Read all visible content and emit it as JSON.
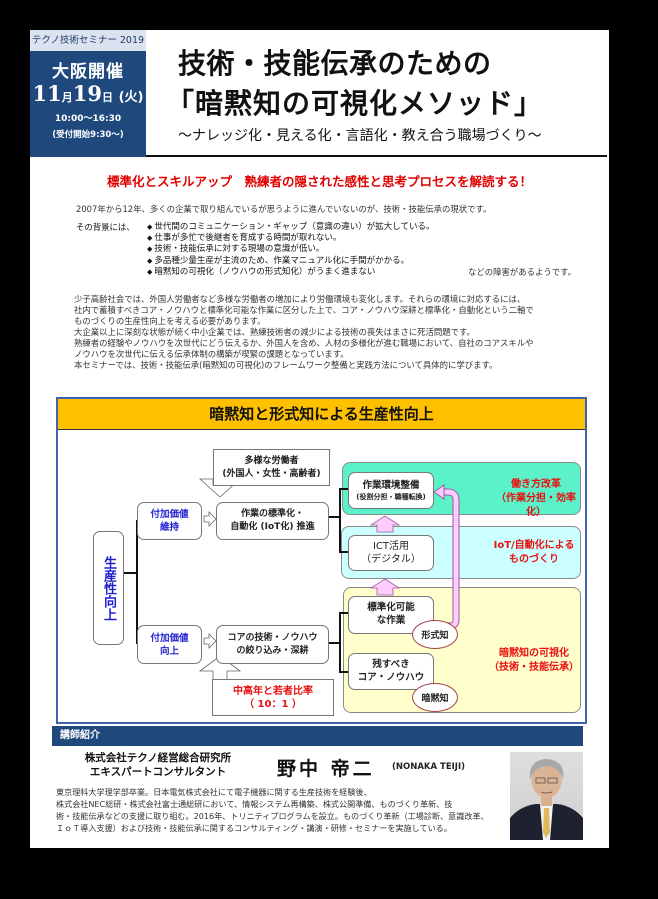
{
  "header": {
    "series": "テクノ技術セミナー 2019",
    "venue": "大阪開催",
    "date": {
      "month": "11",
      "month_unit": "月",
      "day": "19",
      "day_unit": "日",
      "weekday": "(火)"
    },
    "time": "10:00〜16:30",
    "reception": "(受付開始9:30〜)",
    "title_line1": "技術・技能伝承のための",
    "title_line2": "「暗黙知の可視化メソッド」",
    "subtitle": "〜ナレッジ化・見える化・言語化・教え合う職場づくり〜"
  },
  "catchphrase": "標準化とスキルアップ　熟練者の隠された感性と思考プロセスを解読する！",
  "intro": {
    "line1": "2007年から12年、多くの企業で取り組んでいるが思うように進んでいないのが、技術・技能伝承の現状です。",
    "background_label": "その背景には、",
    "bullets": [
      "世代間のコミュニケーション・ギャップ（意識の違い）が拡大している。",
      "仕事が多忙で後継者を育成する時間が取れない。",
      "技術・技能伝承に対する現場の意識が低い。",
      "多品種少量生産が主流のため、作業マニュアル化に手間がかかる。",
      "暗黙知の可視化（ノウハウの形式知化）がうまく進まない"
    ],
    "bullets_suffix": "などの障害があるようです。"
  },
  "body_paragraphs": [
    "少子高齢社会では、外国人労働者など多様な労働者の増加により労働環境も変化します。それらの環境に対応するには、",
    "社内で蓄積すべきコア・ノウハウと標準化可能な作業に区分した上で、コア・ノウハウ深耕と標準化・自動化という二軸で",
    "ものづくりの生産性向上を考える必要があります。",
    "大企業以上に深刻な状態が続く中小企業では、熟練技術者の減少による技術の喪失はまさに死活問題です。",
    "熟練者の経験やノウハウを次世代にどう伝えるか、外国人を含め、人材の多様化が進む職場において、自社のコアスキルや",
    "ノウハウを次世代に伝える伝承体制の構築が喫緊の課題となっています。",
    "本セミナーでは、技術・技能伝承(暗黙知の可視化)のフレームワーク整備と実践方法について具体的に学びます。"
  ],
  "diagram": {
    "title": "暗黙知と形式知による生産性向上",
    "root": "生産性向上",
    "branch_upper": "付加価値\n維持",
    "branch_lower": "付加価値\n向上",
    "diverse_workers": "多様な労働者\n(外国人・女性・高齢者)",
    "standardization": "作業の標準化・\n自動化 (IoT化) 推進",
    "core_tech": "コアの技術・ノウハウ\nの絞り込み・深耕",
    "ratio": "中高年と若者比率\n（ 10：1 ）",
    "work_env": "作業環境整備",
    "work_env_sub": "(役割分担・職種転換)",
    "ict": "ICT活用\n（デジタル）",
    "standardizable": "標準化可能\nな作業",
    "core_knowhow": "残すべき\nコア・ノウハウ",
    "explicit": "形式知",
    "tacit": "暗黙知",
    "panel_green_label": "働き方改革\n（作業分担・効率化）",
    "panel_cyan_label": "IoT/自動化による\nものづくり",
    "panel_yellow_label": "暗黙知の可視化\n（技術・技能伝承）",
    "colors": {
      "header": "#ffc000",
      "panel_green": "#5cf2c9",
      "panel_cyan": "#ccffff",
      "panel_yellow": "#ffffcc",
      "arrow_pink": "#ffccff",
      "border_blue": "#3f63a8"
    }
  },
  "instructor": {
    "section_label": "講師紹介",
    "company": "株式会社テクノ経営総合研究所",
    "role": "エキスパートコンサルタント",
    "name": "野中 帝二",
    "name_roman": "(NONAKA TEIJI)",
    "bio": [
      "東京理科大学理学部卒業。日本電気株式会社にて電子機器に関する生産技術を経験後、",
      "株式会社NEC総研・株式会社富士通総研において、情報システム再構築、株式公開準備、ものづくり革新、技",
      "術・技能伝承などの支援に取り組む。2016年、トリニティプログラムを設立。ものづくり革新（工場診断、意識改革、",
      "ＩｏＴ導入支援）および技術・技能伝承に関するコンサルティング・講演・研修・セミナーを実施している。"
    ]
  }
}
